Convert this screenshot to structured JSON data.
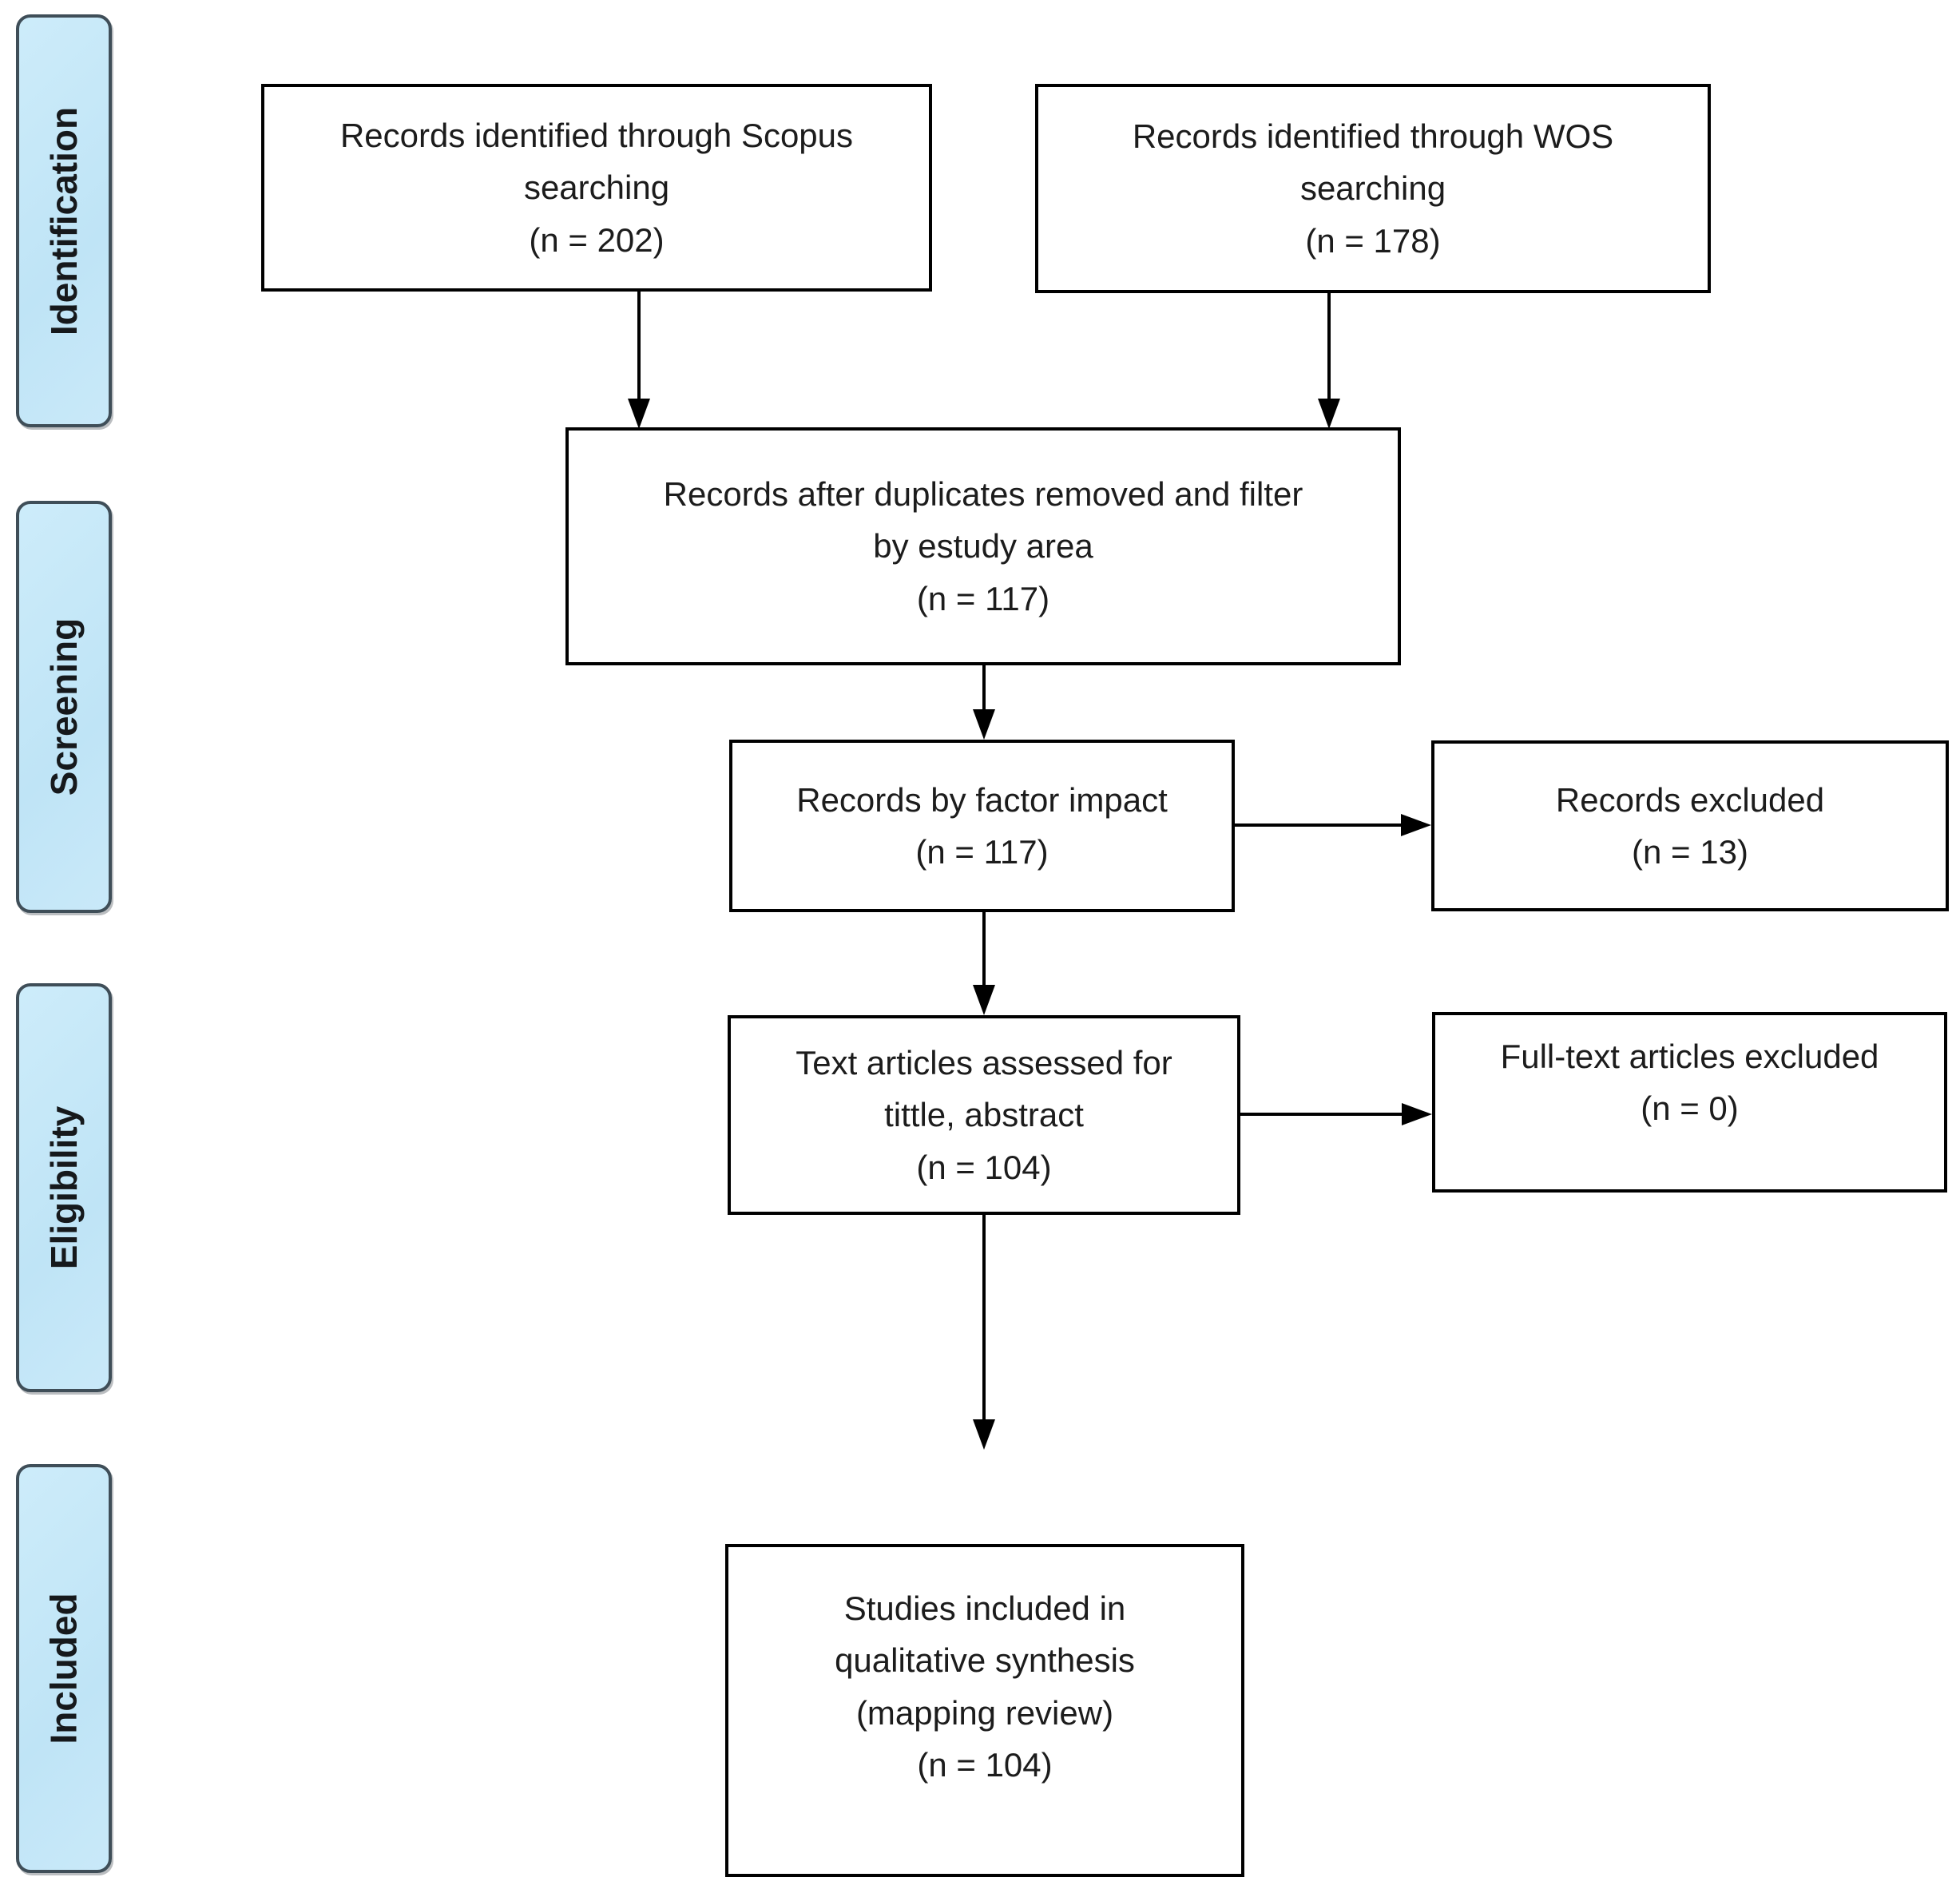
{
  "stages": [
    {
      "label": "Identification"
    },
    {
      "label": "Screening"
    },
    {
      "label": "Eligibility"
    },
    {
      "label": "Included"
    }
  ],
  "boxes": {
    "scopus": {
      "lines": [
        "Records identified through Scopus",
        "searching",
        "(n = 202)"
      ]
    },
    "wos": {
      "lines": [
        "Records identified through WOS",
        "searching",
        "(n = 178)"
      ]
    },
    "duplicates_removed": {
      "lines": [
        "Records after duplicates removed and filter",
        "by estudy area",
        "(n = 117)"
      ]
    },
    "factor_impact": {
      "lines": [
        "Records by factor impact",
        "(n = 117)"
      ]
    },
    "records_excluded": {
      "lines": [
        "Records excluded",
        "(n = 13)"
      ]
    },
    "assessed": {
      "lines": [
        "Text articles assessed for",
        "tittle, abstract",
        "(n = 104)"
      ]
    },
    "fulltext_excluded": {
      "lines": [
        "Full-text articles excluded",
        "(n = 0)"
      ]
    },
    "included_studies": {
      "lines": [
        "Studies included in",
        "qualitative synthesis",
        "(mapping review)",
        "(n = 104)"
      ]
    }
  },
  "colors": {
    "stage_fill": "#c5e8f8",
    "stage_border": "#3f4e58",
    "flow_box_fill": "#ffffff",
    "flow_box_border": "#000000",
    "arrow": "#000000",
    "text": "#1c1c1c"
  }
}
